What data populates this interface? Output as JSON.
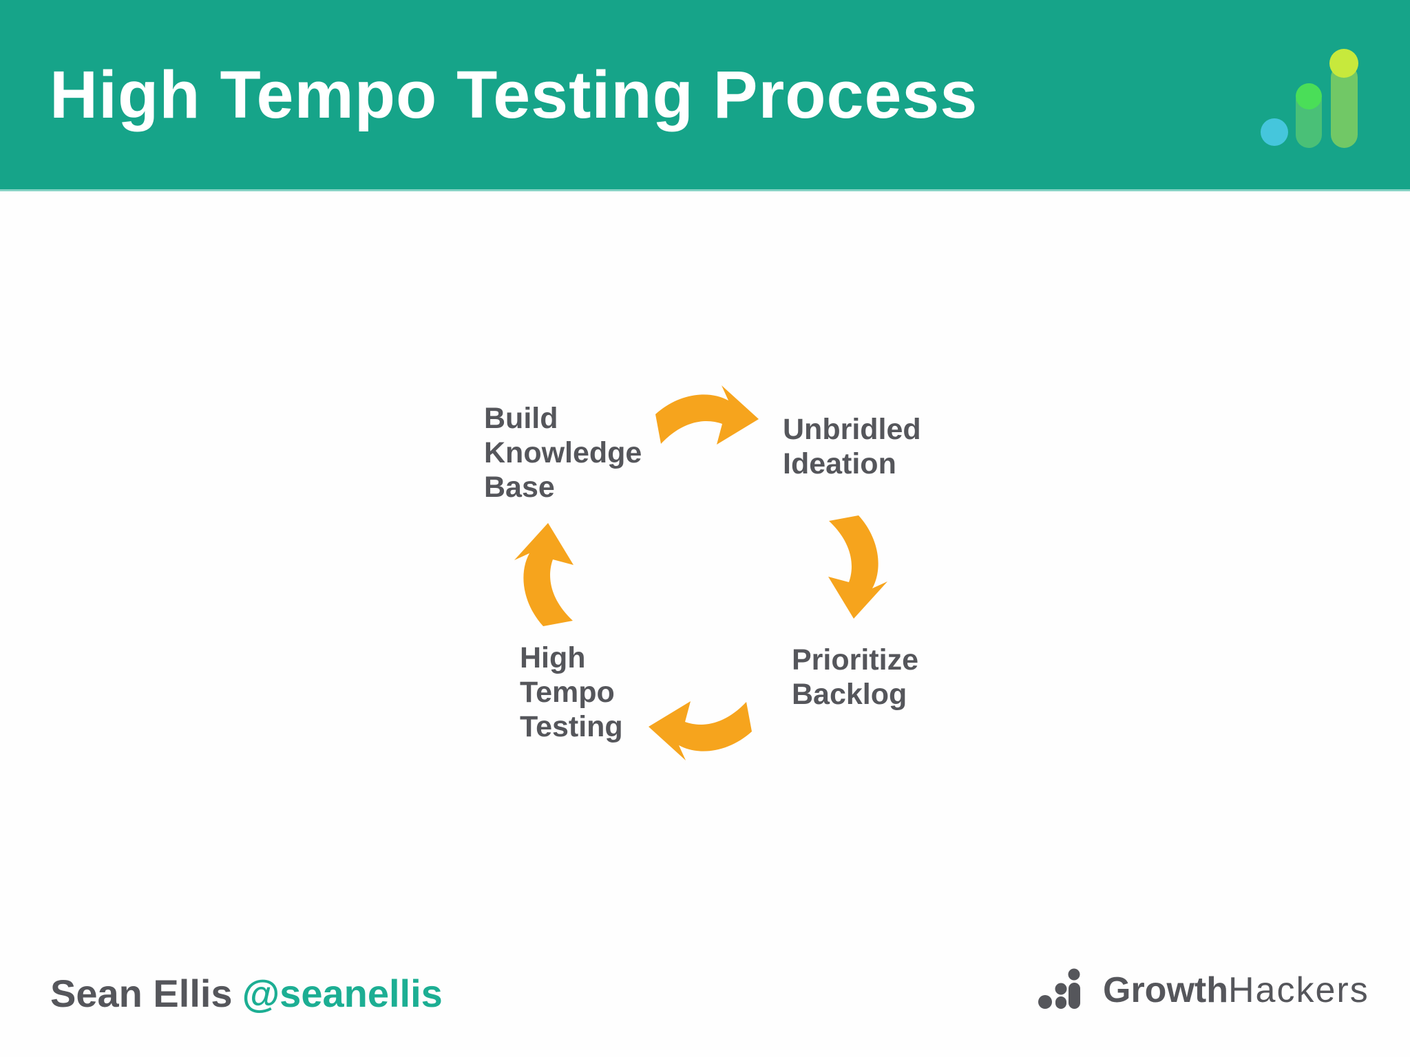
{
  "slide": {
    "title": "High Tempo Testing Process"
  },
  "diagram": {
    "steps": [
      {
        "id": "build-knowledge-base",
        "label": "Build\nKnowledge\nBase"
      },
      {
        "id": "unbridled-ideation",
        "label": "Unbridled\nIdeation"
      },
      {
        "id": "prioritize-backlog",
        "label": "Prioritize\nBacklog"
      },
      {
        "id": "high-tempo-testing",
        "label": "High\nTempo\nTesting"
      }
    ],
    "flow": "build-knowledge-base -> unbridled-ideation -> prioritize-backlog -> high-tempo-testing -> build-knowledge-base"
  },
  "footer": {
    "author": "Sean Ellis",
    "handle": "@seanellis",
    "brand_bold": "Growth",
    "brand_regular": "Hackers"
  },
  "icons": {
    "header_brand": "growth-bars-icon",
    "footer_brand": "growth-bars-icon",
    "arrow_style": "curved-cycle-arrow-icon"
  },
  "colors": {
    "header_teal": "#16A489",
    "header_edge": "#86D3C5",
    "arrow_orange": "#F6A41D",
    "text_gray": "#55565B",
    "handle_teal": "#1CAE93",
    "logo_cyan": "#45C6DC",
    "logo_green_circle": "#4ADE58",
    "logo_lime_circle": "#C7E93C",
    "logo_bar_green": "#50C375",
    "logo_bar_lime": "#7BCC63",
    "logo_gray": "#55565B"
  }
}
